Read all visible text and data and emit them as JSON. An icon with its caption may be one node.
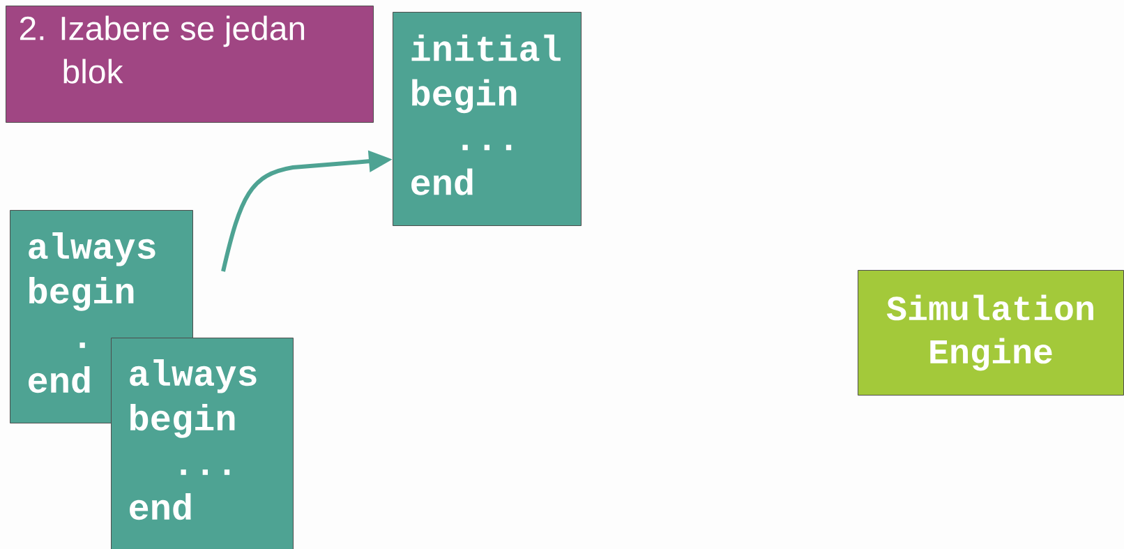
{
  "diagram": {
    "nodes": [
      {
        "text": [
          "2. Izabere se jedan blok"
        ]
      },
      {
        "text": [
          "initial",
          "begin",
          "...",
          "end"
        ]
      },
      {
        "text": [
          "always",
          "begin",
          ".",
          "end"
        ]
      },
      {
        "text": [
          "always",
          "begin",
          "...",
          "end"
        ]
      },
      {
        "text": [
          "Simulation Engine"
        ]
      }
    ],
    "edges": [
      {
        "from": null,
        "to": 1,
        "arrow": "to",
        "color": "#4ea393"
      }
    ]
  }
}
